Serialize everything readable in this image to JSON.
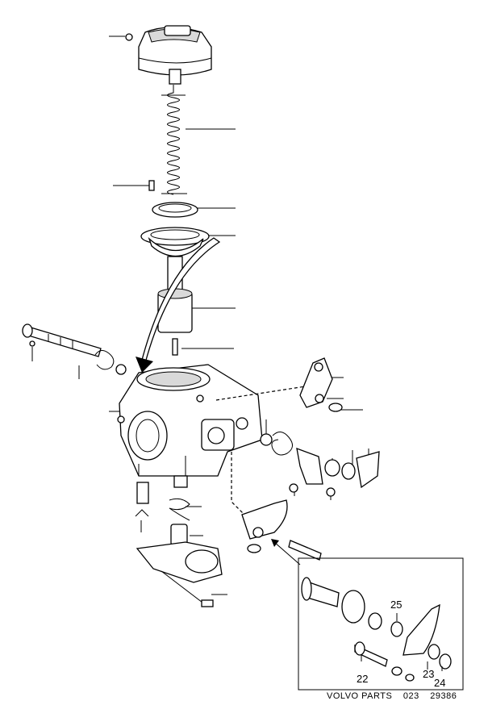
{
  "callouts": {
    "c22": "22",
    "c23": "23",
    "c24": "24",
    "c25": "25"
  },
  "footer": {
    "brand": "VOLVO PARTS",
    "code_a": "023",
    "code_b": "29386"
  },
  "colors": {
    "ink": "#000000",
    "paper": "#ffffff",
    "shade": "#d9d9d9"
  }
}
